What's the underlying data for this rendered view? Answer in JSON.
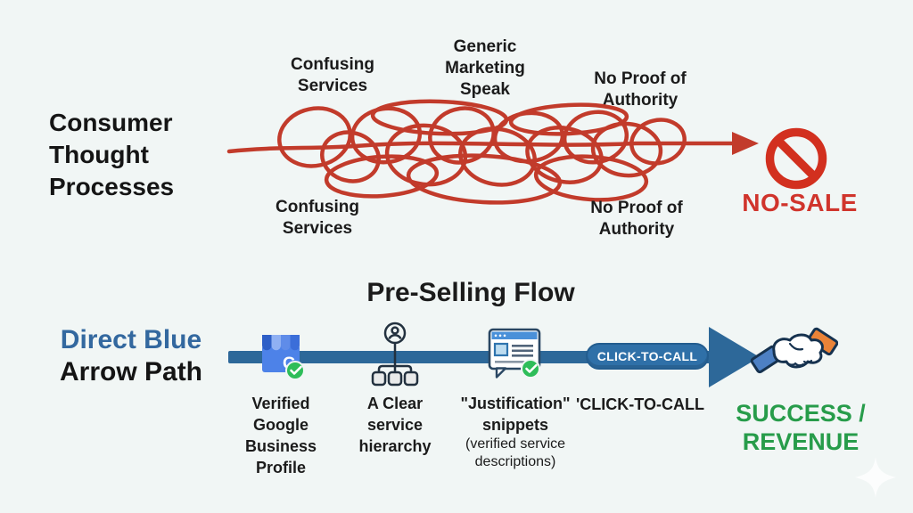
{
  "palette": {
    "background": "#f1f6f5",
    "scribble_red": "#c23b2b",
    "prohibition_red": "#d2301f",
    "no_sale_text_red": "#d0342c",
    "direct_blue_text": "#33689f",
    "arrow_bar_blue": "#2d6899",
    "pill_blue": "#2f70a8",
    "success_green": "#279c4a",
    "badge_green": "#2ebd59",
    "dark_text": "#1b1b1b"
  },
  "consumer_section": {
    "title": "Consumer Thought Processes",
    "labels_above": [
      "Confusing Services",
      "Generic Marketing Speak",
      "No Proof of Authority"
    ],
    "labels_below": [
      "Confusing Services",
      "No Proof of Authority"
    ],
    "outcome_icon": "no-sale-prohibition-icon",
    "outcome_label": "NO-SALE"
  },
  "preselling_section": {
    "title": "Pre-Selling Flow",
    "path_label": {
      "line1": "Direct Blue",
      "line2": "Arrow Path"
    },
    "pill_label": "CLICK-TO-CALL",
    "gbp_letter": "G",
    "steps": [
      {
        "icon": "google-business-profile-icon",
        "label": "Verified Google Business Profile"
      },
      {
        "icon": "service-hierarchy-icon",
        "label": "A Clear service hierarchy"
      },
      {
        "icon": "justification-snippets-icon",
        "label": "\"Justification\" snippets",
        "sublabel": "(verified service descriptions)"
      },
      {
        "icon": "click-to-call-pill",
        "label": "'CLICK-TO-CALL"
      }
    ],
    "outcome_icon": "handshake-icon",
    "outcome_label": "SUCCESS / REVENUE"
  }
}
